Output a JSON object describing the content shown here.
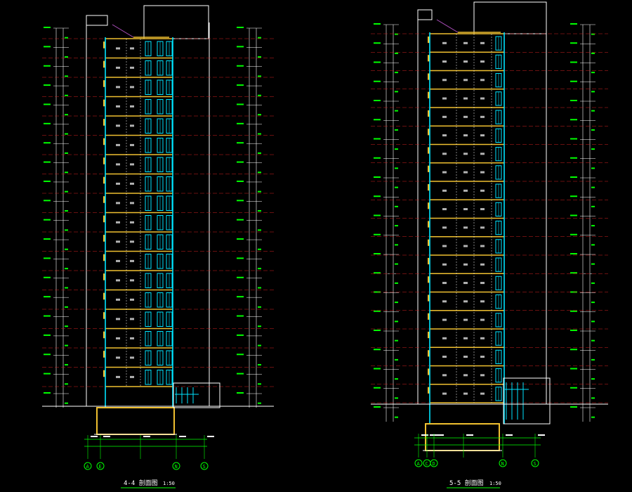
{
  "drawing": {
    "left_section": {
      "title": "4-4 剖面图",
      "scale": "1:50"
    },
    "right_section": {
      "title": "5-5 剖面图",
      "scale": "1:50"
    }
  },
  "axes": {
    "left": [
      "A",
      "E",
      "N",
      "S"
    ],
    "right": [
      "A",
      "C",
      "D",
      "N",
      "S"
    ]
  },
  "colors": {
    "background": "#000000",
    "slab": "#f0c030",
    "glass": "#00e5ff",
    "dimension": "#00ff00",
    "outline": "#ffffff",
    "grid_red": "#d02020",
    "roof_purple": "#b050c0"
  }
}
